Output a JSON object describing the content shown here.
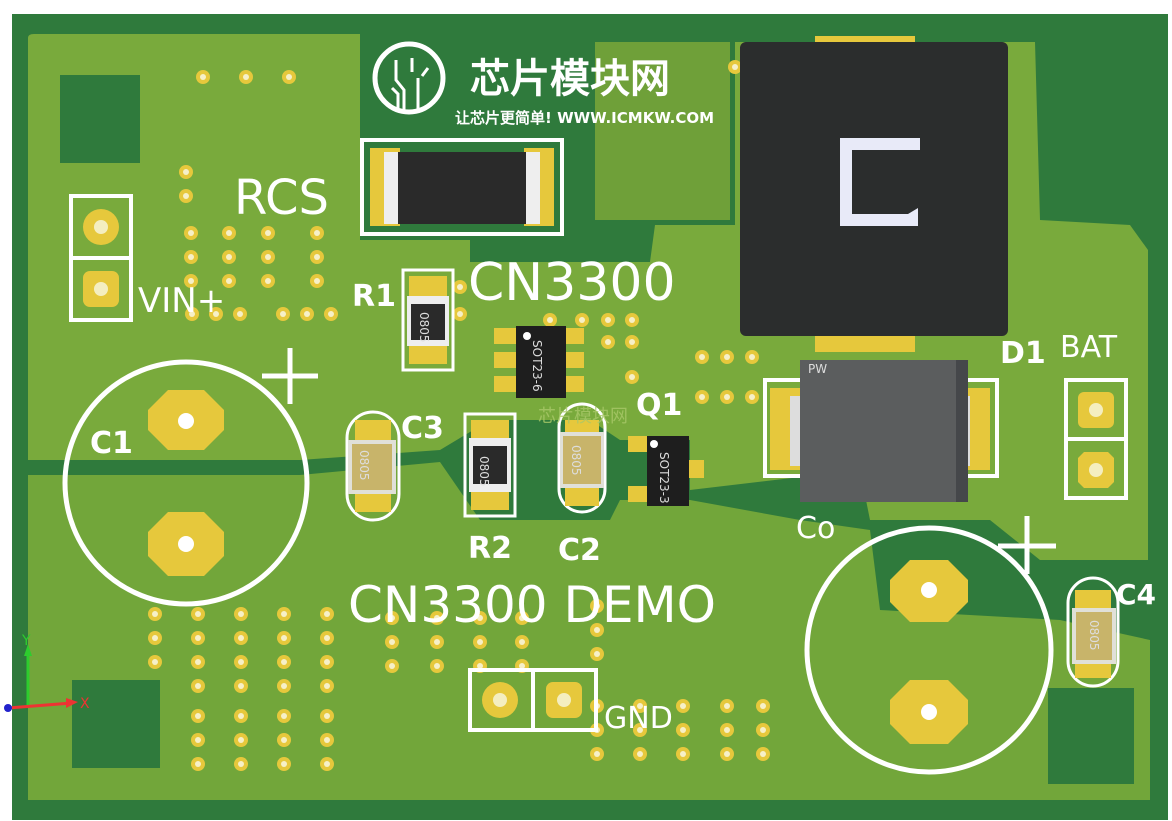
{
  "logo": {
    "name": "芯片模块网",
    "slogan": "让芯片更简单! WWW.ICMKW.COM",
    "watermark": "芯片模块网"
  },
  "labels": {
    "rcs": "RCS",
    "r1": "R1",
    "cn3300": "CN3300",
    "vin": "VIN+",
    "c1": "C1",
    "c3": "C3",
    "r2": "R2",
    "c2": "C2",
    "q1": "Q1",
    "d1": "D1",
    "bat": "BAT",
    "co": "Co",
    "c4": "C4",
    "demo": "CN3300 DEMO",
    "gnd": "GND"
  },
  "components": {
    "pkg_0805": "0805",
    "sot236": "SOT23-6",
    "sot233": "SOT23-3",
    "diode_mark": "PW"
  },
  "axes": {
    "x": "X",
    "y": "Y"
  },
  "colors": {
    "board": "#6c9e36",
    "pour": "#79aa3c",
    "gap": "#2f7a3c",
    "pad": "#e6c83c",
    "silk": "#ffffff"
  }
}
